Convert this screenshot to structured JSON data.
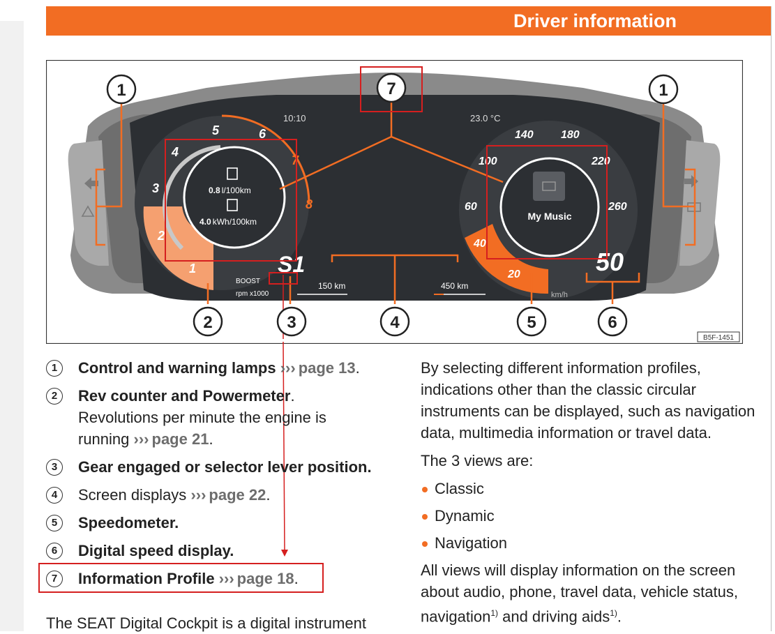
{
  "header": {
    "title": "Driver information"
  },
  "figure": {
    "code": "B5F-1451",
    "callouts": [
      "1",
      "1",
      "7",
      "2",
      "3",
      "4",
      "5",
      "6"
    ],
    "cluster": {
      "time": "10:10",
      "temperature": "23.0 °C",
      "rev_ticks": [
        "1",
        "2",
        "3",
        "4",
        "5",
        "6",
        "7",
        "8"
      ],
      "speed_ticks": [
        "20",
        "40",
        "60",
        "100",
        "140",
        "180",
        "220",
        "260"
      ],
      "consumption_fuel_value": "0.8",
      "consumption_fuel_unit": "l/100km",
      "consumption_electric_value": "4.0",
      "consumption_electric_unit": "kWh/100km",
      "music_label": "My Music",
      "gear": "S1",
      "boost_label": "BOOST",
      "rpm_label": "rpm x1000",
      "range_left": "150 km",
      "range_right": "450 km",
      "digital_speed": "50",
      "speed_unit": "km/h"
    }
  },
  "list": [
    {
      "num": "1",
      "title": "Control and warning lamps",
      "link": "page 13",
      "end": "."
    },
    {
      "num": "2",
      "title": "Rev counter and Powermeter",
      "rest": ". Revolutions per minute the engine is running",
      "link": "page 21",
      "end": "."
    },
    {
      "num": "3",
      "title": "Gear engaged or selector lever position."
    },
    {
      "num": "4",
      "text": "Screen displays",
      "link": "page 22",
      "end": "."
    },
    {
      "num": "5",
      "title": "Speedometer."
    },
    {
      "num": "6",
      "title": "Digital speed display."
    },
    {
      "num": "7",
      "title": "Information Profile",
      "link": "page 18",
      "end": "."
    }
  ],
  "link_prefix": "›››",
  "bottom_cut_text": "The SEAT Digital Cockpit is a digital instrument",
  "col2": {
    "para1": "By selecting different information profiles, indications other than the classic circular instruments can be displayed, such as navigation data, multimedia information or travel data.",
    "views_intro": "The 3 views are:",
    "views": [
      "Classic",
      "Dynamic",
      "Navigation"
    ],
    "para2_text": "All views will display information on the screen about audio, phone, travel data, vehicle status, navigation",
    "para2_sup": "1)",
    "para2_mid": " and driving aids",
    "para2_sup2": "1)",
    "para2_end": "."
  }
}
